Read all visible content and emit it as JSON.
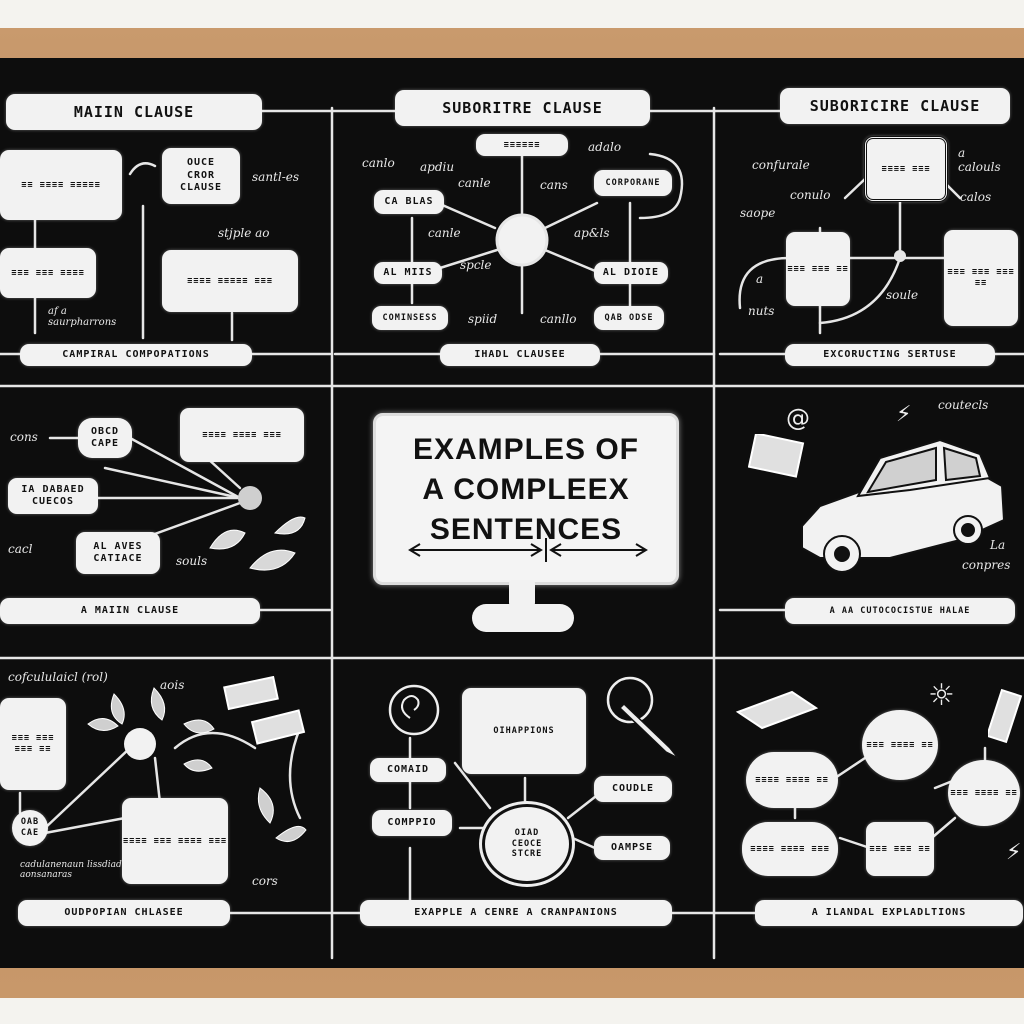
{
  "center": {
    "title": "EXAMPLES OF\nA COMPLEEX\nSENTENCES"
  },
  "panels": {
    "top_left": {
      "header": "MAIIN CLAUSE",
      "footer": "CAMPIRAL COMPOPATIONS",
      "nodes": [
        "OUCE\nCROR\nCLAUSE"
      ],
      "chalk": [
        "santl-es",
        "stjple ao",
        "af a\nsaurpharrons"
      ]
    },
    "top_center": {
      "header": "SUBORITRE CLAUSE",
      "footer": "IHADL CLAUSEE",
      "nodes": [
        "CA BLAS",
        "AL MIIS",
        "AL DIOIE",
        "COMINSESS",
        "CORPORANE",
        "QAB ODSE"
      ],
      "chalk": [
        "canlo",
        "apdiu",
        "adalo",
        "canle",
        "cans",
        "canle",
        "spcle",
        "ap&ls",
        "spiid",
        "canllo"
      ]
    },
    "top_right": {
      "header": "SUBORICIRE CLAUSE",
      "footer": "EXCORUCTING SERTUSE",
      "chalk": [
        "confurale",
        "conulo",
        "saope",
        "a\ncalouls",
        "calos",
        "soule",
        "a",
        "nuts"
      ]
    },
    "mid_left": {
      "footer": "A MAIIN CLAUSE",
      "nodes": [
        "OBCD\nCAPE",
        "IA DABAED\nCUECOS",
        "AL AVES\nCATIACE"
      ],
      "chalk": [
        "cons",
        "cacl",
        "souls"
      ]
    },
    "mid_right": {
      "footer": "A AA CUTOCOCISTUE HALAE",
      "chalk": [
        "coutecls",
        "La",
        "conpres"
      ]
    },
    "bottom_left": {
      "footer": "OUDPOPIAN CHLASEE",
      "nodes": [
        "OAB\nCAE"
      ],
      "chalk": [
        "cofcululaicl (rol)",
        "aois",
        "cadulanenaun lissdiad\naonsanaras",
        "cors"
      ]
    },
    "bottom_center": {
      "footer": "EXAPPLE A CENRE A CRANPANIONS",
      "nodes": [
        "OIHAPPIONS",
        "COMAID",
        "COMPPIO",
        "COUDLE",
        "OAMPSE",
        "OIAD\nCEOCE\nSTCRE"
      ]
    },
    "bottom_right": {
      "footer": "A ILANDAL EXPLADLTIONS"
    }
  }
}
